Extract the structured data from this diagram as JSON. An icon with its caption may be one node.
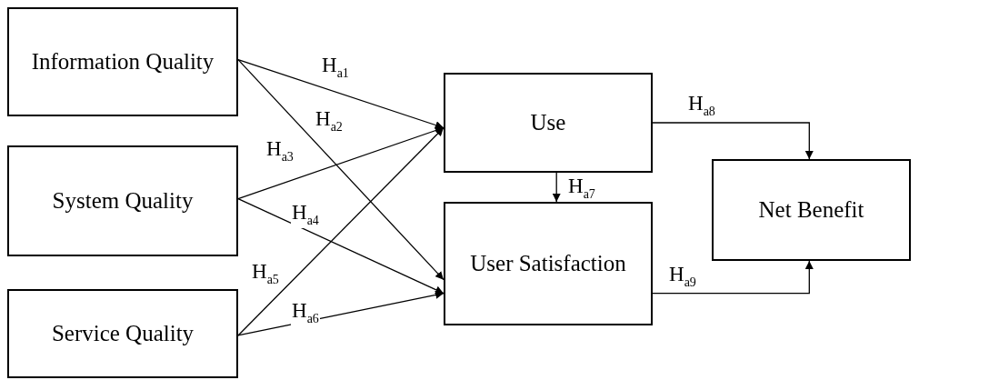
{
  "diagram": {
    "nodes": [
      {
        "text": [
          "Information Quality"
        ]
      },
      {
        "text": [
          "System Quality"
        ]
      },
      {
        "text": [
          "Service Quality"
        ]
      },
      {
        "text": [
          "Use"
        ]
      },
      {
        "text": [
          "User Satisfaction"
        ]
      },
      {
        "text": [
          "Net Benefit"
        ]
      }
    ],
    "edges": [
      {
        "from": 0,
        "to": 3,
        "arrow": "to",
        "label": "H$_{a1}$"
      },
      {
        "from": 0,
        "to": 4,
        "arrow": "to",
        "label": "H$_{a2}$"
      },
      {
        "from": 1,
        "to": 3,
        "arrow": "to",
        "label": "H$_{a3}$"
      },
      {
        "from": 1,
        "to": 4,
        "arrow": "to",
        "label": "H$_{a4}$"
      },
      {
        "from": 2,
        "to": 3,
        "arrow": "to",
        "label": "H$_{a5}$"
      },
      {
        "from": 2,
        "to": 4,
        "arrow": "to",
        "label": "H$_{a6}$"
      },
      {
        "from": 3,
        "to": 4,
        "arrow": "to",
        "label": "H$_{a7}$"
      },
      {
        "from": 3,
        "to": 5,
        "arrow": "to",
        "label": "H$_{a8}$"
      },
      {
        "from": 4,
        "to": 5,
        "arrow": "to",
        "label": "H$_{a9}$"
      }
    ]
  }
}
